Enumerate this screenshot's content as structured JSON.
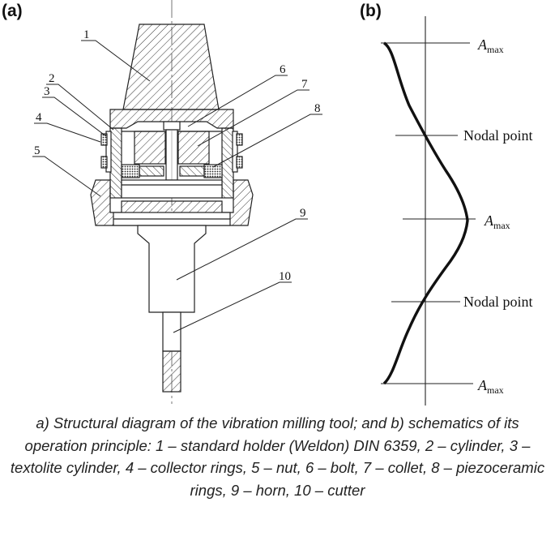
{
  "panel_a_label": "(a)",
  "panel_b_label": "(b)",
  "parts": [
    "1",
    "2",
    "3",
    "4",
    "5",
    "6",
    "7",
    "8",
    "9",
    "10"
  ],
  "wave_labels": {
    "a_symbol": "A",
    "a_subscript": "max",
    "nodal": "Nodal point"
  },
  "caption": "a) Structural diagram of the vibration milling tool; and b) schematics of its operation principle: 1 – standard holder (Weldon) DIN 6359, 2 – cylinder, 3 – textolite cylinder, 4 – collector rings, 5 – nut, 6 – bolt, 7 – collet, 8 – piezoceramic rings, 9 – horn, 10 – cutter"
}
